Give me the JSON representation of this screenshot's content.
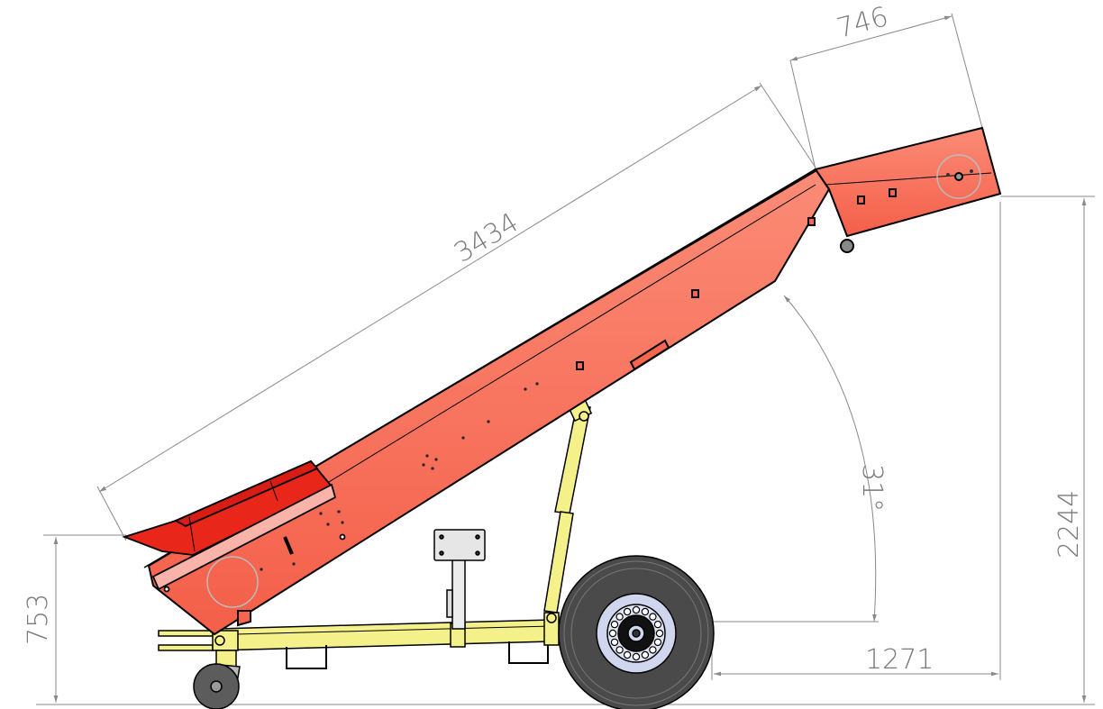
{
  "dimensions": {
    "top_length": "746",
    "conveyor_length": "3434",
    "angle": "31°",
    "height_total": "2244",
    "hopper_height": "753",
    "wheel_offset": "1271"
  },
  "colors": {
    "conveyor_body": "#f8654f",
    "conveyor_light": "#fb8a75",
    "hopper": "#e8261a",
    "frame": "#f4f08a",
    "frame_dark": "#d9d45a",
    "tire": "#4a4a4a",
    "rim": "#cfd6ee",
    "dimension_line": "#8a8a8a",
    "outline": "#000000"
  }
}
